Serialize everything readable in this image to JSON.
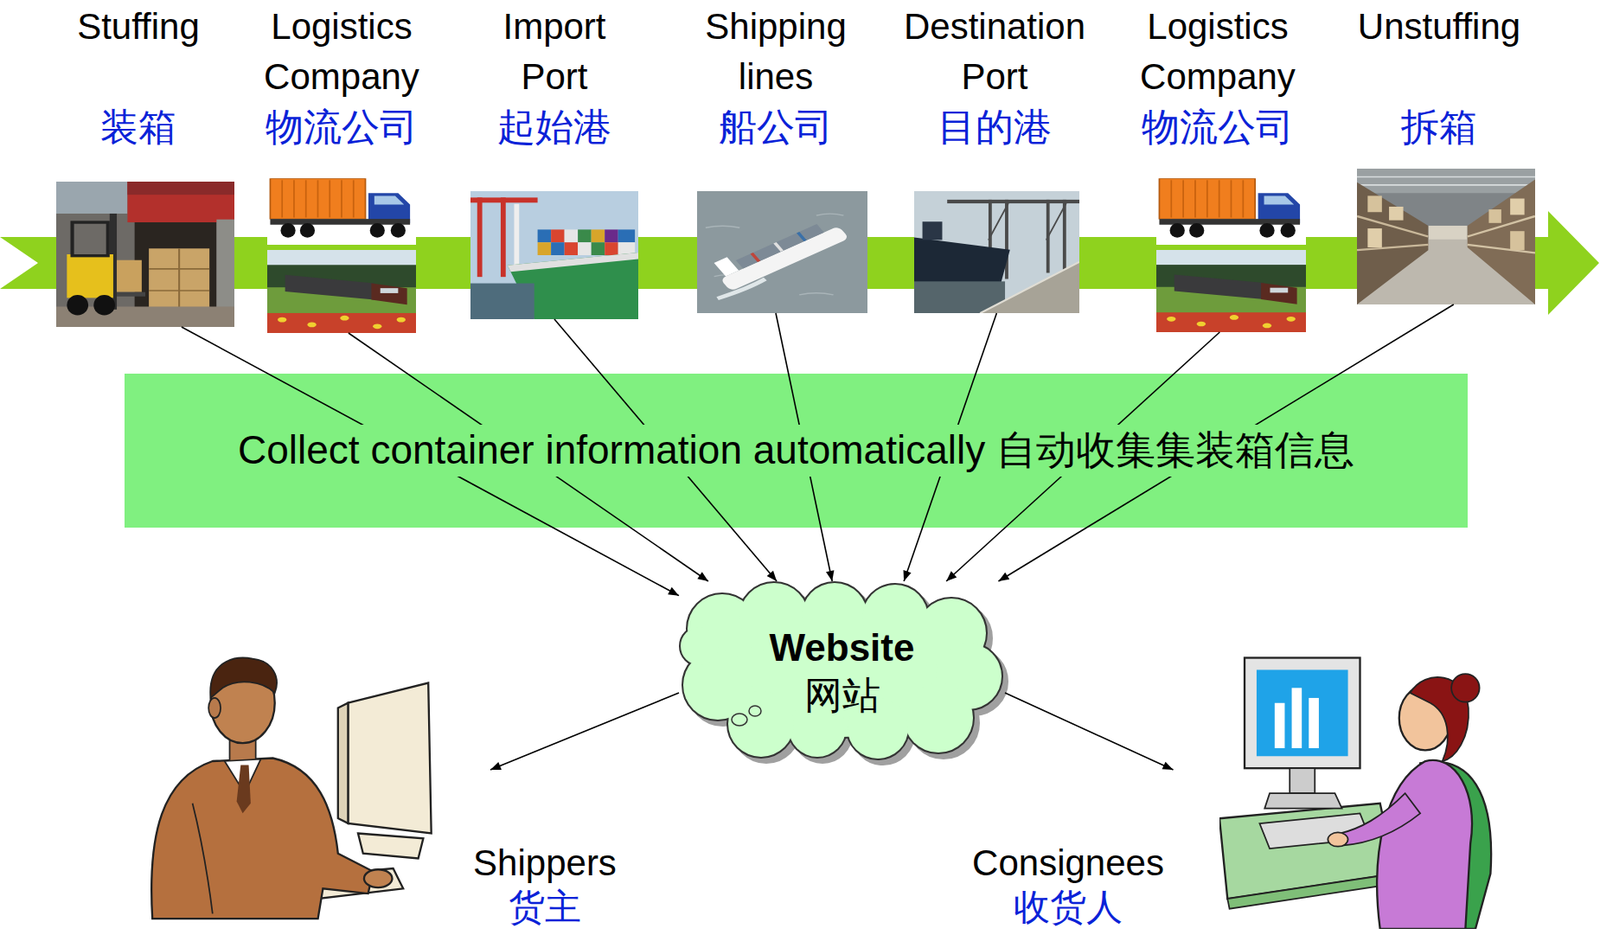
{
  "diagram": {
    "nodes": [
      {
        "text": [
          "Stuffing",
          "装箱"
        ]
      },
      {
        "text": [
          "Logistics Company",
          "物流公司"
        ]
      },
      {
        "text": [
          "Import Port",
          "起始港"
        ]
      },
      {
        "text": [
          "Shipping lines",
          "船公司"
        ]
      },
      {
        "text": [
          "Destination Port",
          "目的港"
        ]
      },
      {
        "text": [
          "Logistics Company",
          "物流公司"
        ]
      },
      {
        "text": [
          "Unstuffing",
          "拆箱"
        ]
      },
      {
        "text": [
          "Collect container information automatically 自动收集集装箱信息"
        ]
      },
      {
        "text": [
          "Website",
          "网站"
        ]
      },
      {
        "text": [
          "Shippers",
          "货主"
        ]
      },
      {
        "text": [
          "Consignees",
          "收货人"
        ]
      }
    ],
    "edges": [
      {
        "from": 0,
        "to": 8,
        "arrow": "to"
      },
      {
        "from": 1,
        "to": 8,
        "arrow": "to"
      },
      {
        "from": 2,
        "to": 8,
        "arrow": "to"
      },
      {
        "from": 3,
        "to": 8,
        "arrow": "to"
      },
      {
        "from": 4,
        "to": 8,
        "arrow": "to"
      },
      {
        "from": 5,
        "to": 8,
        "arrow": "to"
      },
      {
        "from": 6,
        "to": 8,
        "arrow": "to"
      },
      {
        "from": 8,
        "to": 9,
        "arrow": "to"
      },
      {
        "from": 8,
        "to": 10,
        "arrow": "to"
      }
    ]
  }
}
